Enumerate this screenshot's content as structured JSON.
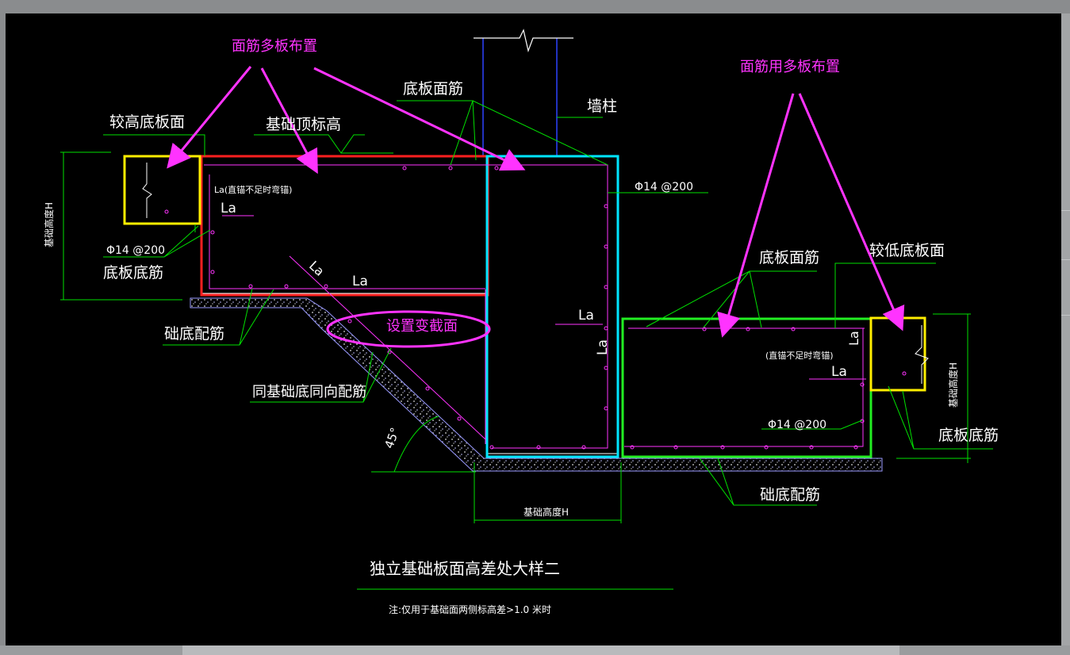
{
  "drawing": {
    "colors": {
      "background": "#000000",
      "leader": "#00e000",
      "annotation": "#ff33ff",
      "text": "#ffffff",
      "red_box": "#ff2020",
      "cyan_box": "#00e5ff",
      "green_box": "#22ee22",
      "yellow_box": "#ffee00",
      "column_line": "#2e43ff"
    },
    "labels": {
      "top_note_left": "面筋多板布置",
      "top_note_right": "面筋用多板布置",
      "higher_slab_face": "较高底板面",
      "foundation_top_elev": "基础顶标高",
      "slab_top_rebar_left": "底板面筋",
      "wall_column": "墙柱",
      "la_straight_note_left": "La(直锚不足时弯锚)",
      "la_left_1": "La",
      "rebar_spec_left_top": "Φ14 @200",
      "rebar_spec_left_bottom": "Φ14 @200",
      "slab_bottom_rebar_left": "底板底筋",
      "la_diag": "La",
      "la_left_2": "La",
      "foundation_bottom_rebar_left": "础底配筋",
      "variable_section": "设置变截面",
      "same_direction_rebar": "同基础底同向配筋",
      "angle_45": "45°",
      "la_center": "La",
      "la_center_vertical": "La",
      "slab_top_rebar_right": "底板面筋",
      "lower_slab_face": "较低底板面",
      "la_straight_note_right": "(直锚不足时弯锚)",
      "la_right_vertical": "La",
      "la_right": "La",
      "rebar_spec_right": "Φ14 @200",
      "slab_bottom_rebar_right": "底板底筋",
      "foundation_height_left": "基础高度H",
      "foundation_height_right": "基础高度H",
      "foundation_height_bottom": "基础高度H",
      "foundation_bottom_rebar_right": "础底配筋",
      "drawing_title": "独立基础板面高差处大样二",
      "drawing_note": "注:仅用于基础面两侧标高差>1.0 米时"
    }
  }
}
